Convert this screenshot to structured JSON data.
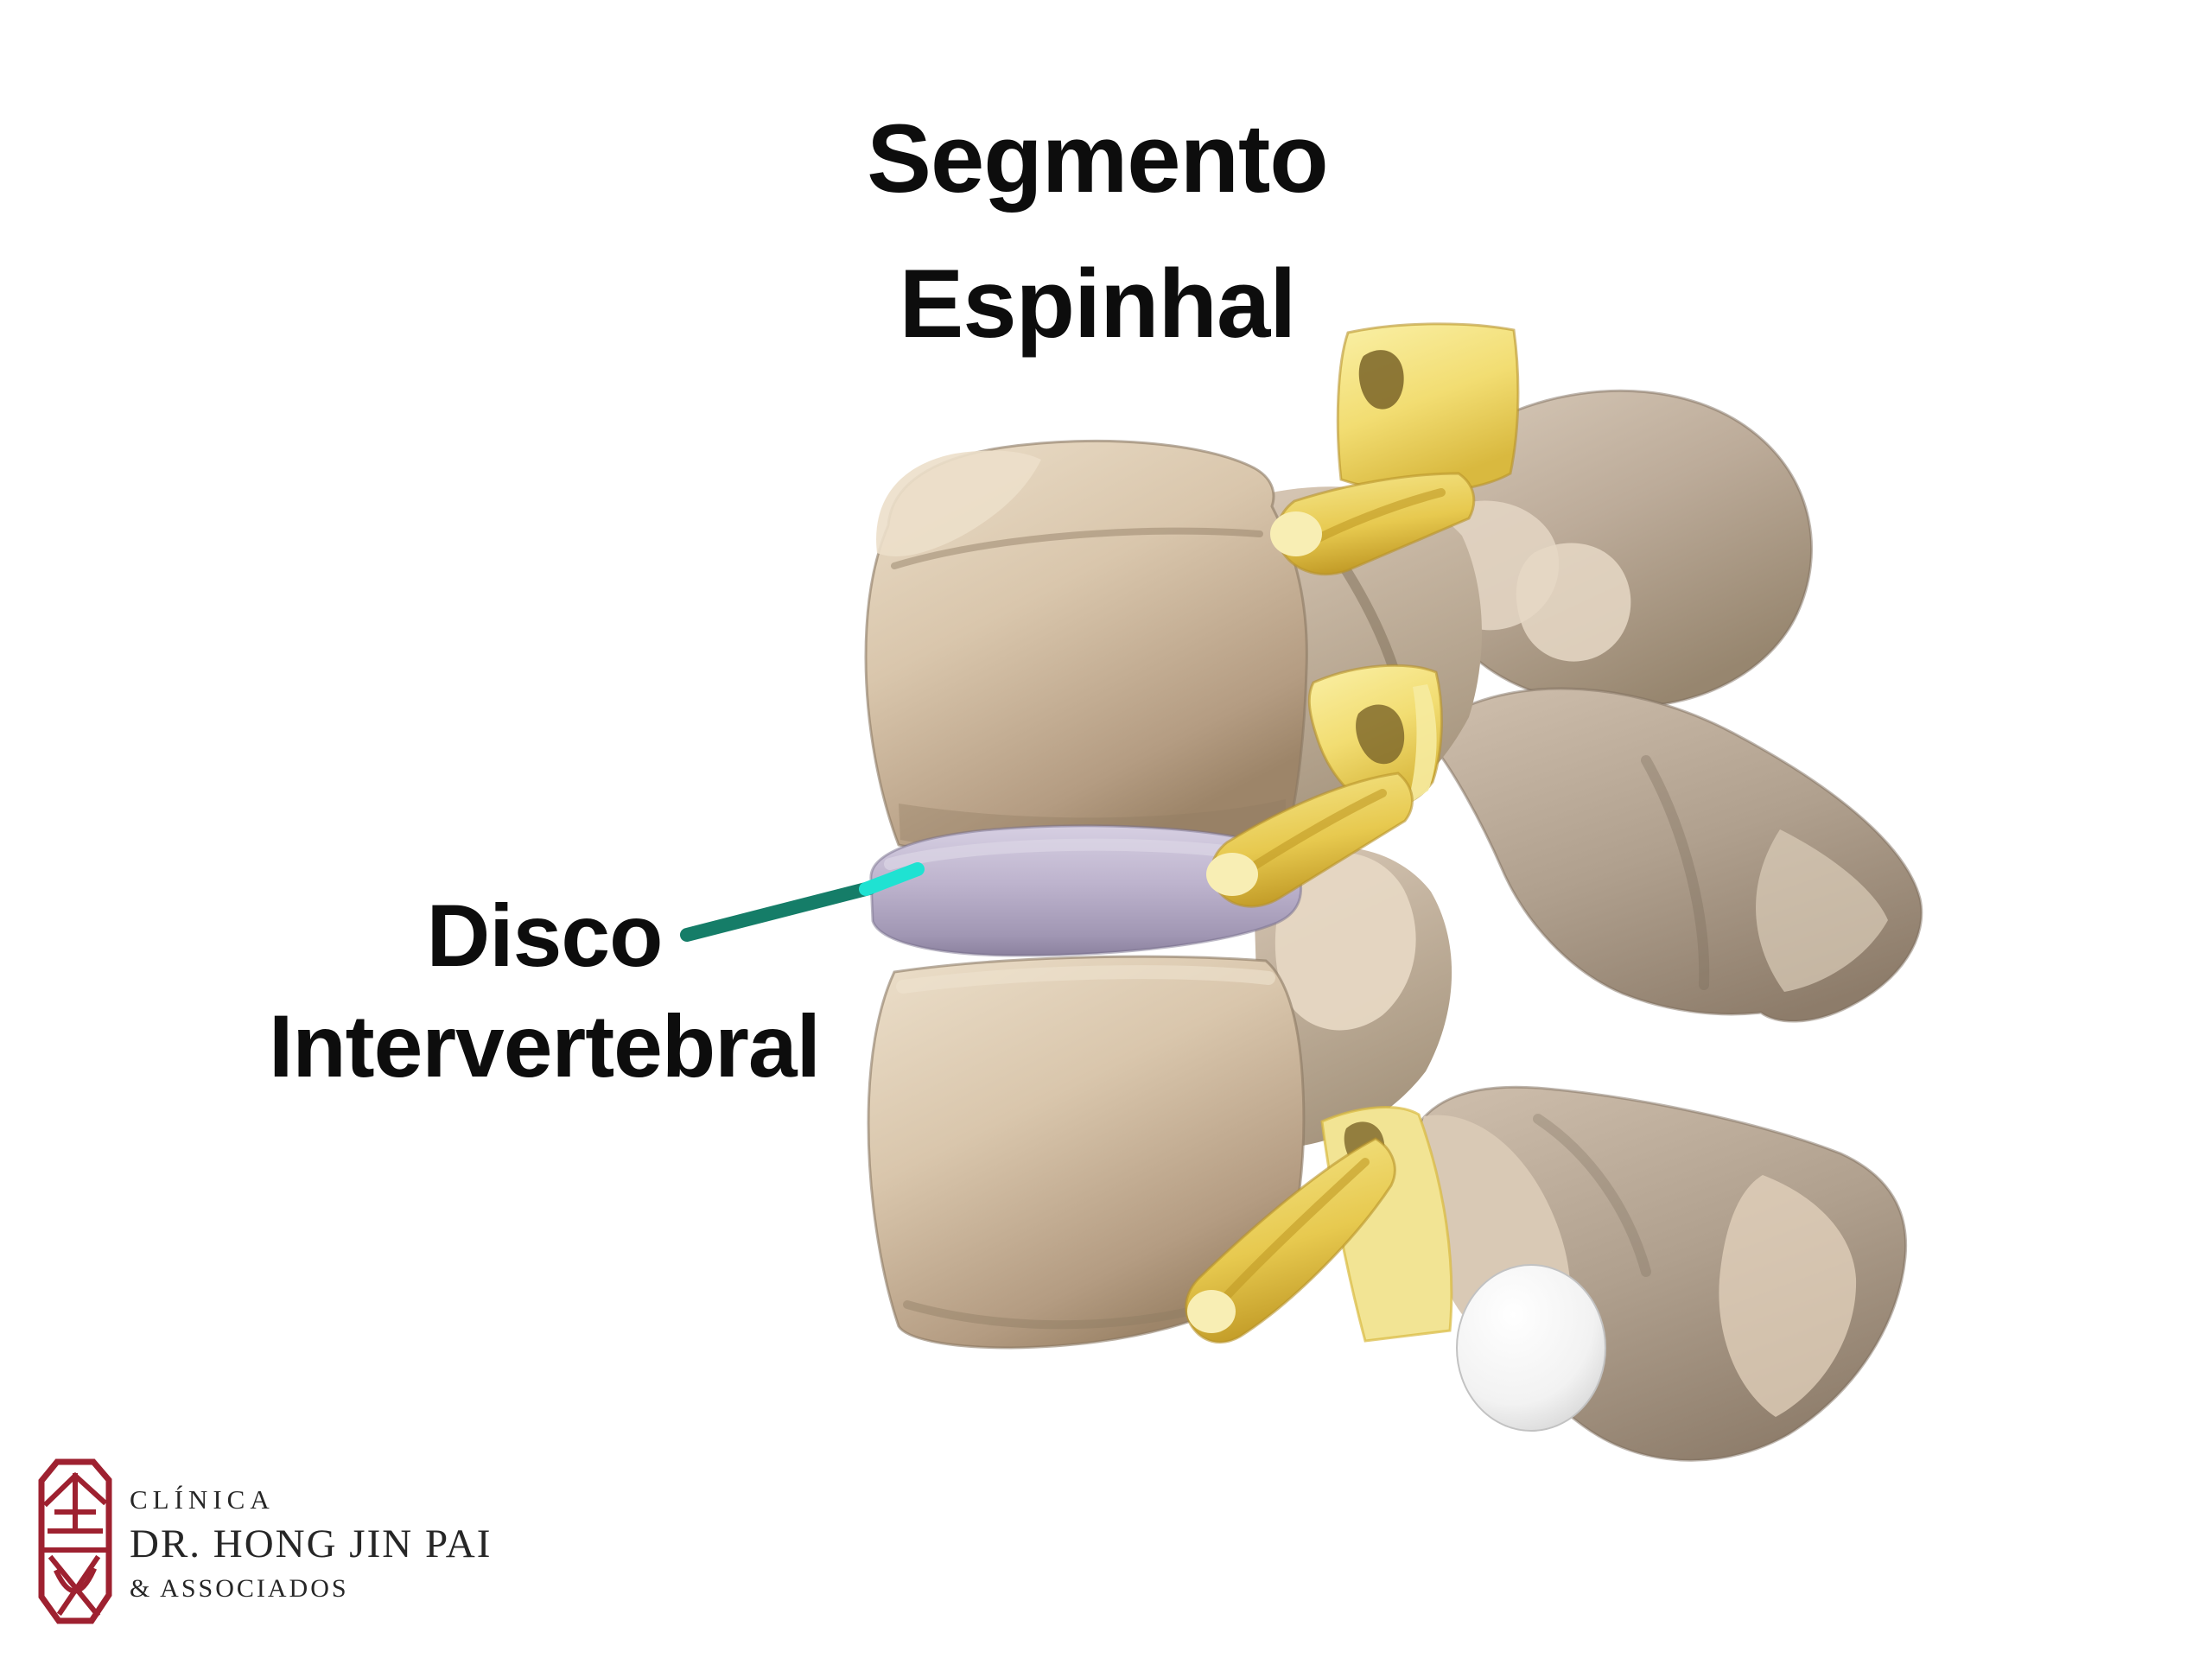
{
  "title": {
    "line1": "Segmento",
    "line2": "Espinhal"
  },
  "annotation": {
    "line1": "Disco",
    "line2": "Intervertebral"
  },
  "logo": {
    "clinic_type": "CLÍNICA",
    "doctor_name": "DR. HONG JIN PAI",
    "associates": "& ASSOCIADOS"
  },
  "colors": {
    "background": "#ffffff",
    "text_black": "#0d0d0d",
    "leader_dark_teal": "#157d68",
    "leader_bright_cyan": "#1fe2d2",
    "bone_light": "#ecdfca",
    "bone_mid": "#d3bfa5",
    "bone_shadow": "#9d8569",
    "posterior_light": "#d9cbba",
    "posterior_mid": "#b5a493",
    "posterior_shadow": "#8d7c6a",
    "disc_highlight": "#d6cfe2",
    "disc_lavender": "#b4aac5",
    "disc_shadow": "#8b819e",
    "nerve_light": "#faf0a6",
    "nerve_yellow": "#f0d967",
    "nerve_shadow": "#c19a26",
    "facet_cartilage_white": "#f2f2f2",
    "logo_red": "#9e2130",
    "logo_text_gray": "#262626"
  },
  "illustration_parts": [
    "upper-vertebra-body",
    "intervertebral-disc",
    "lower-vertebra-body",
    "spinal-nerve-root-top",
    "spinal-nerve-root-middle",
    "spinal-nerve-root-bottom",
    "posterior-process-upper",
    "posterior-process-lower",
    "facet-cartilage"
  ]
}
